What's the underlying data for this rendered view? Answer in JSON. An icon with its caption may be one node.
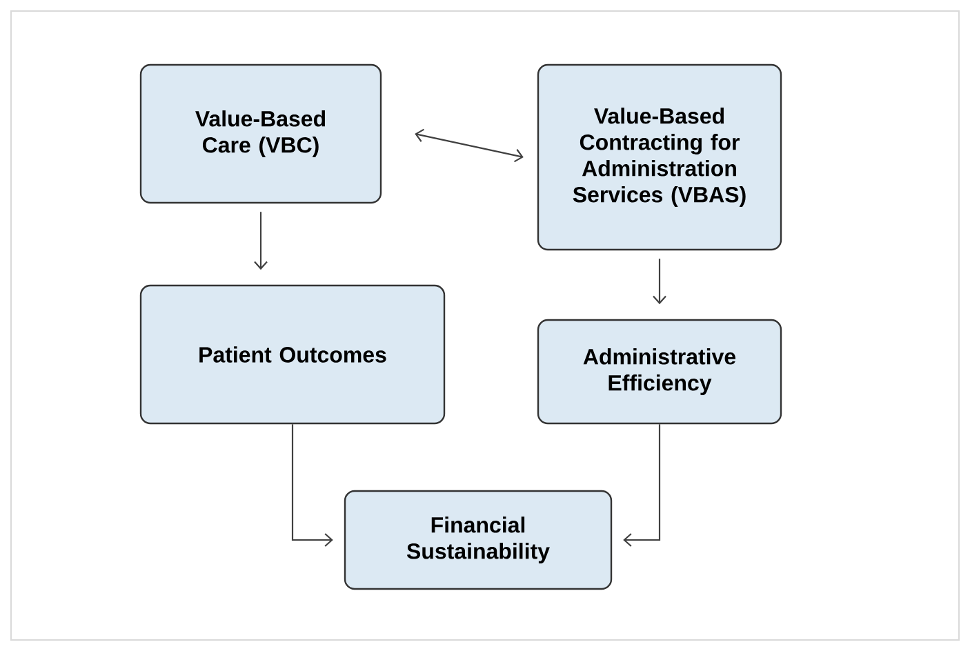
{
  "diagram": {
    "nodes": [
      {
        "text": [
          "Value-Based Care (VBC)"
        ]
      },
      {
        "text": [
          "Value-Based Contracting for Administration Services (VBAS)"
        ]
      },
      {
        "text": [
          "Patient Outcomes"
        ]
      },
      {
        "text": [
          "Administrative Efficiency"
        ]
      },
      {
        "text": [
          "Financial Sustainability"
        ]
      }
    ],
    "edges": [
      {
        "from": 0,
        "to": 1,
        "arrow": "both"
      },
      {
        "from": 0,
        "to": 2,
        "arrow": "to"
      },
      {
        "from": 1,
        "to": 3,
        "arrow": "to"
      },
      {
        "from": 2,
        "to": 4,
        "arrow": "to"
      },
      {
        "from": 3,
        "to": 4,
        "arrow": "to"
      }
    ]
  }
}
